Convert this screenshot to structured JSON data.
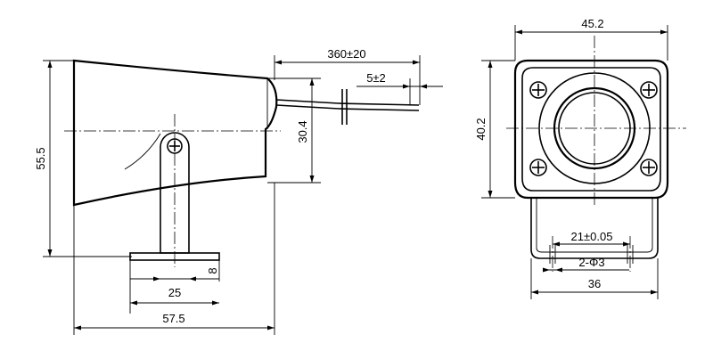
{
  "dimensions": {
    "cable_length": "360±20",
    "strip_length": "5±2",
    "housing_height": "30.4",
    "overall_height": "55.5",
    "bracket_thickness": "8",
    "bracket_width": "25",
    "overall_depth": "57.5",
    "front_width": "45.2",
    "front_height": "40.2",
    "hole_spacing": "21±0.05",
    "hole_diameter": "2-Φ3",
    "base_width": "36"
  }
}
